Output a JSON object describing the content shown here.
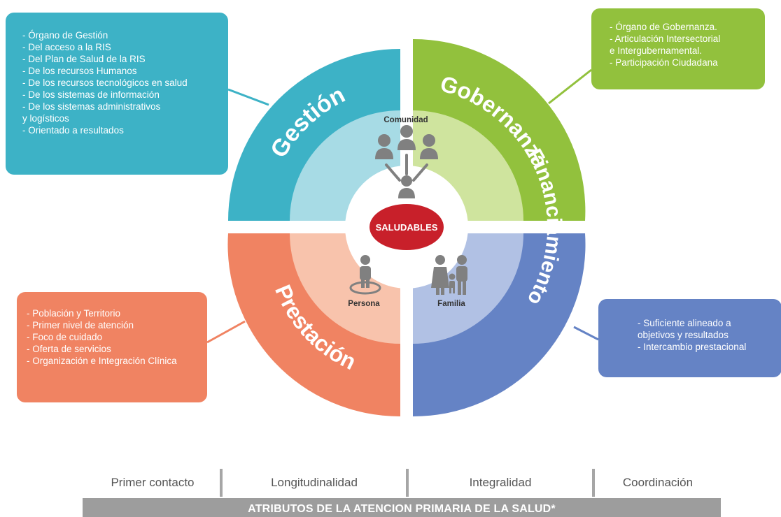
{
  "quadrants": {
    "gestion": {
      "title": "Gestión",
      "color": "#3db2c6",
      "inner_color": "#a7dbe5"
    },
    "gobernanza": {
      "title": "Gobernanza",
      "color": "#92c13d",
      "inner_color": "#cfe49e"
    },
    "prestacion": {
      "title": "Prestación",
      "color": "#f08362",
      "inner_color": "#f8c3ac"
    },
    "financiamiento": {
      "title": "Financiamiento",
      "color": "#6583c5",
      "inner_color": "#b1c1e4"
    }
  },
  "center": {
    "label": "SALUDABLES",
    "color": "#c8202a",
    "comunidad": "Comunidad",
    "persona": "Persona",
    "familia": "Familia"
  },
  "boxes": {
    "gestion": {
      "items": [
        "- Órgano de Gestión",
        "- Del acceso a la RIS",
        "- Del Plan de Salud de la RIS",
        "- De los recursos Humanos",
        "- De los recursos tecnológicos en salud",
        "- De los sistemas de información",
        "- De los sistemas administrativos\n  y logísticos",
        "- Orientado a resultados"
      ]
    },
    "gobernanza": {
      "items": [
        "- Órgano de Gobernanza.",
        "- Articulación Intersectorial\n  e Intergubernamental.",
        "- Participación Ciudadana"
      ]
    },
    "prestacion": {
      "items": [
        "- Población y Territorio",
        "- Primer nivel de atención",
        "- Foco de cuidado",
        "- Oferta de servicios",
        "- Organización e Integración Clínica"
      ]
    },
    "financiamiento": {
      "items": [
        "- Suficiente alineado a\n  objetivos y resultados",
        "- Intercambio prestacional"
      ]
    }
  },
  "attributes": {
    "items": [
      "Primer contacto",
      "Longitudinalidad",
      "Integralidad",
      "Coordinación"
    ],
    "bar_label": "ATRIBUTOS DE LA ATENCION PRIMARIA DE LA SALUD*"
  },
  "icon_color": "#808080"
}
